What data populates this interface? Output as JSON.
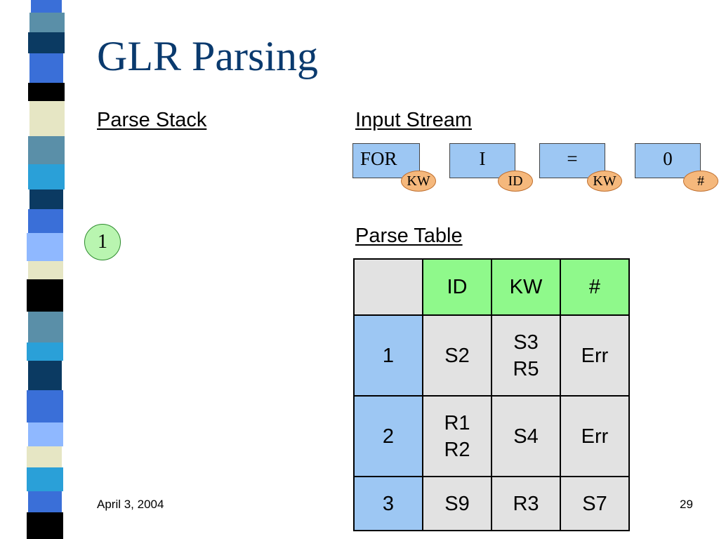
{
  "slide": {
    "title": "GLR Parsing",
    "parse_stack_heading": "Parse Stack",
    "input_stream_heading": "Input Stream",
    "parse_table_heading": "Parse Table",
    "footer_date": "April 3, 2004",
    "page_number": "29"
  },
  "stack": {
    "nodes": [
      "1"
    ]
  },
  "input_stream": {
    "tokens": [
      {
        "text": "FOR",
        "type": "KW"
      },
      {
        "text": "I",
        "type": "ID"
      },
      {
        "text": "=",
        "type": "KW"
      },
      {
        "text": "0",
        "type": "#"
      }
    ]
  },
  "parse_table": {
    "columns": [
      "ID",
      "KW",
      "#"
    ],
    "rows": [
      {
        "state": "1",
        "cells": [
          [
            "S2"
          ],
          [
            "S3",
            "R5"
          ],
          [
            "Err"
          ]
        ]
      },
      {
        "state": "2",
        "cells": [
          [
            "R1",
            "R2"
          ],
          [
            "S4"
          ],
          [
            "Err"
          ]
        ]
      },
      {
        "state": "3",
        "cells": [
          [
            "S9"
          ],
          [
            "R3"
          ],
          [
            "S7"
          ]
        ]
      }
    ]
  },
  "colors": {
    "title": "#0a3a6e",
    "token_fill": "#9dc7f3",
    "type_badge_fill": "#f5b87c",
    "stack_node_fill": "#b9f5b0",
    "table_header_fill": "#8ff98b",
    "table_state_fill": "#9dc7f3",
    "table_cell_fill": "#e2e2e2"
  }
}
